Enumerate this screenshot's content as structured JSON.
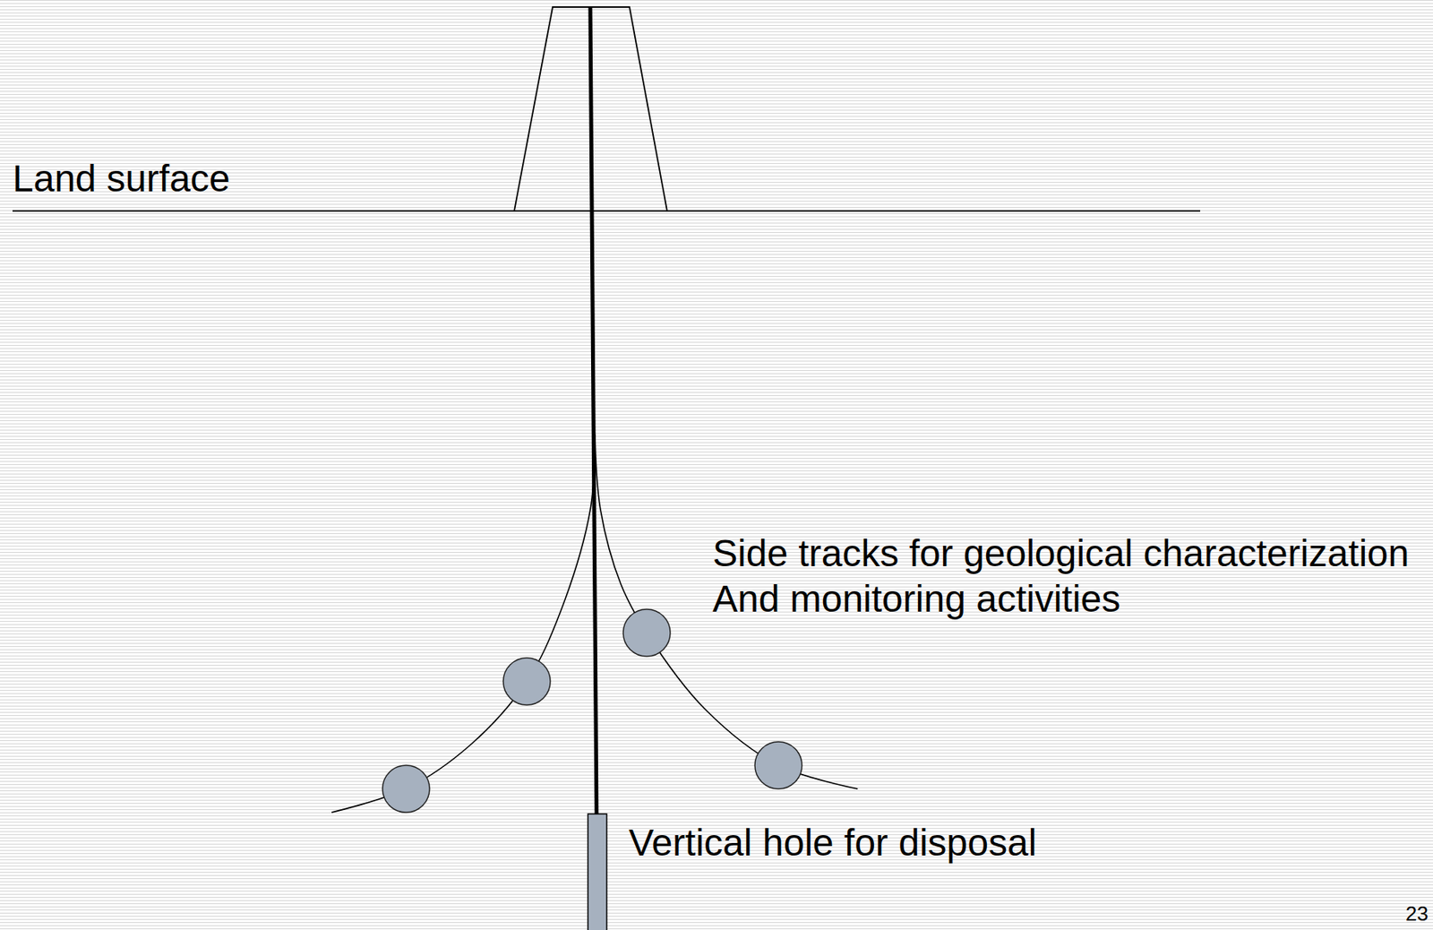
{
  "diagram": {
    "labels": [
      "Land surface",
      "Side tracks for geological characterization And monitoring activities",
      "Vertical hole for disposal",
      "23"
    ]
  }
}
